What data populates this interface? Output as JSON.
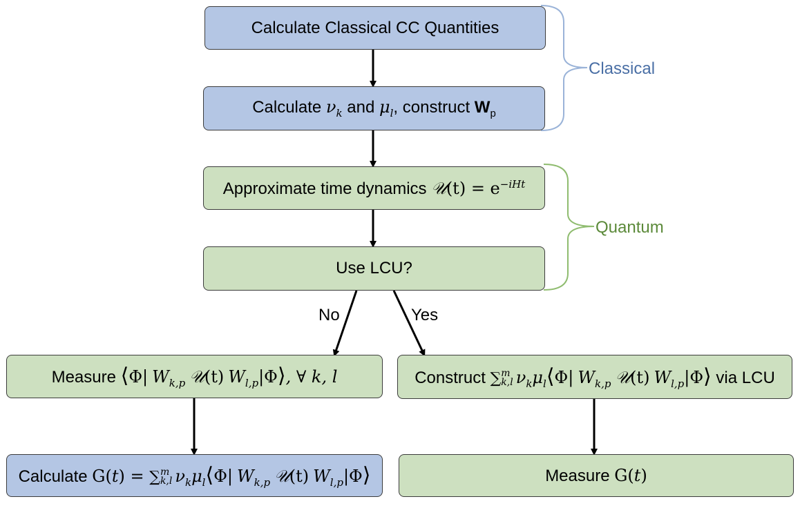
{
  "nodes": {
    "classical_cc": {
      "text": "Calculate Classical CC Quantities"
    },
    "nu_mu_wp": {
      "prefix": "Calculate ",
      "nu": "ν",
      "nu_sub": "k",
      "mid": " and ",
      "mu": "μ",
      "mu_sub": "l",
      "suffix": ", construct ",
      "w": "W",
      "w_sub": "p"
    },
    "time_dynamics": {
      "prefix": "Approximate time dynamics ",
      "u": "𝒰",
      "arg": "(t) = e",
      "exp": "−iHt"
    },
    "use_lcu": {
      "text": "Use LCU?"
    },
    "measure_left": {
      "prefix": "Measure ",
      "bra": "Φ|",
      "w1": "W",
      "w1_sub": "k,p",
      "u": "𝒰",
      "targ": "(t)",
      "w2": "W",
      "w2_sub": "l,p",
      "ket": "|Φ",
      "suffix": ", ∀ k, l"
    },
    "construct_right": {
      "prefix": "Construct ",
      "sum": "∑",
      "sum_top": "m",
      "sum_bottom": "k,l",
      "nu": "ν",
      "nu_sub": "k",
      "mu": "μ",
      "mu_sub": "l",
      "bra": "Φ|",
      "w1": "W",
      "w1_sub": "k,p",
      "u": "𝒰",
      "targ": "(t)",
      "w2": "W",
      "w2_sub": "l,p",
      "ket": "|Φ",
      "suffix": " via LCU"
    },
    "calc_g": {
      "prefix": "Calculate ",
      "g": "G(",
      "t": "t",
      "eq": ") = ",
      "sum": "∑",
      "sum_top": "m",
      "sum_bottom": "k,l",
      "nu": "ν",
      "nu_sub": "k",
      "mu": "μ",
      "mu_sub": "l",
      "bra": "Φ|",
      "w1": "W",
      "w1_sub": "k,p",
      "u": "𝒰",
      "targ": "(t)",
      "w2": "W",
      "w2_sub": "l,p",
      "ket": "|Φ"
    },
    "measure_g": {
      "prefix": "Measure ",
      "g": "G(",
      "t": "t",
      "close": ")"
    }
  },
  "edge_labels": {
    "no": "No",
    "yes": "Yes"
  },
  "groups": {
    "classical": {
      "label": "Classical",
      "color": "#4a6fa5",
      "bracket_color": "#9ab3d8"
    },
    "quantum": {
      "label": "Quantum",
      "color": "#5c8a3a",
      "bracket_color": "#8fbc6f"
    }
  },
  "colors": {
    "blue_fill": "#b4c6e4",
    "green_fill": "#cde0c0",
    "border": "#3b3b3b",
    "arrow": "#000000"
  }
}
